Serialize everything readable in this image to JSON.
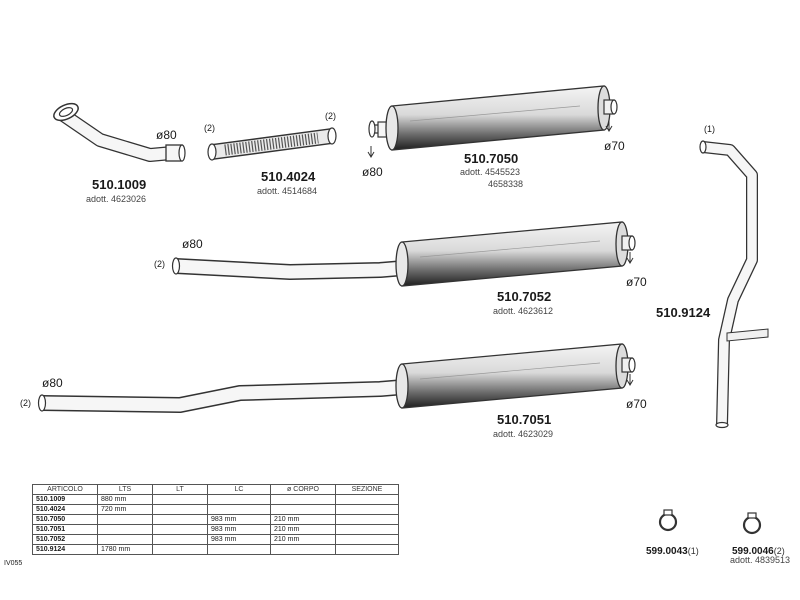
{
  "parts": {
    "p1009": {
      "code": "510.1009",
      "adott": "adott. 4623026",
      "dia": "ø80"
    },
    "p4024": {
      "code": "510.4024",
      "adott": "adott. 4514684",
      "note_left": "(2)",
      "note_right": "(2)"
    },
    "p7050": {
      "code": "510.7050",
      "adott1": "adott. 4545523",
      "adott2": "4658338",
      "dia_in": "ø80",
      "dia_out": "ø70"
    },
    "p7052": {
      "code": "510.7052",
      "adott": "adott. 4623612",
      "dia_in": "ø80",
      "dia_out": "ø70",
      "note": "(2)"
    },
    "p7051": {
      "code": "510.7051",
      "adott": "adott. 4623029",
      "dia_in": "ø80",
      "dia_out": "ø70",
      "note": "(2)"
    },
    "p9124": {
      "code": "510.9124",
      "note": "(1)"
    }
  },
  "clamps": [
    {
      "code": "599.0043",
      "note": "(1)",
      "adott": ""
    },
    {
      "code": "599.0046",
      "note": "(2)",
      "adott": "adott. 4839513"
    }
  ],
  "table": {
    "headers": [
      "ARTICOLO",
      "LTS",
      "LT",
      "LC",
      "ø CORPO",
      "SEZIONE"
    ],
    "rows": [
      [
        "510.1009",
        "880 mm",
        "",
        "",
        "",
        ""
      ],
      [
        "510.4024",
        "720 mm",
        "",
        "",
        "",
        ""
      ],
      [
        "510.7050",
        "",
        "",
        "983 mm",
        "210 mm",
        ""
      ],
      [
        "510.7051",
        "",
        "",
        "983 mm",
        "210 mm",
        ""
      ],
      [
        "510.7052",
        "",
        "",
        "983 mm",
        "210 mm",
        ""
      ],
      [
        "510.9124",
        "1780 mm",
        "",
        "",
        "",
        ""
      ]
    ]
  },
  "side_label": "IV055"
}
